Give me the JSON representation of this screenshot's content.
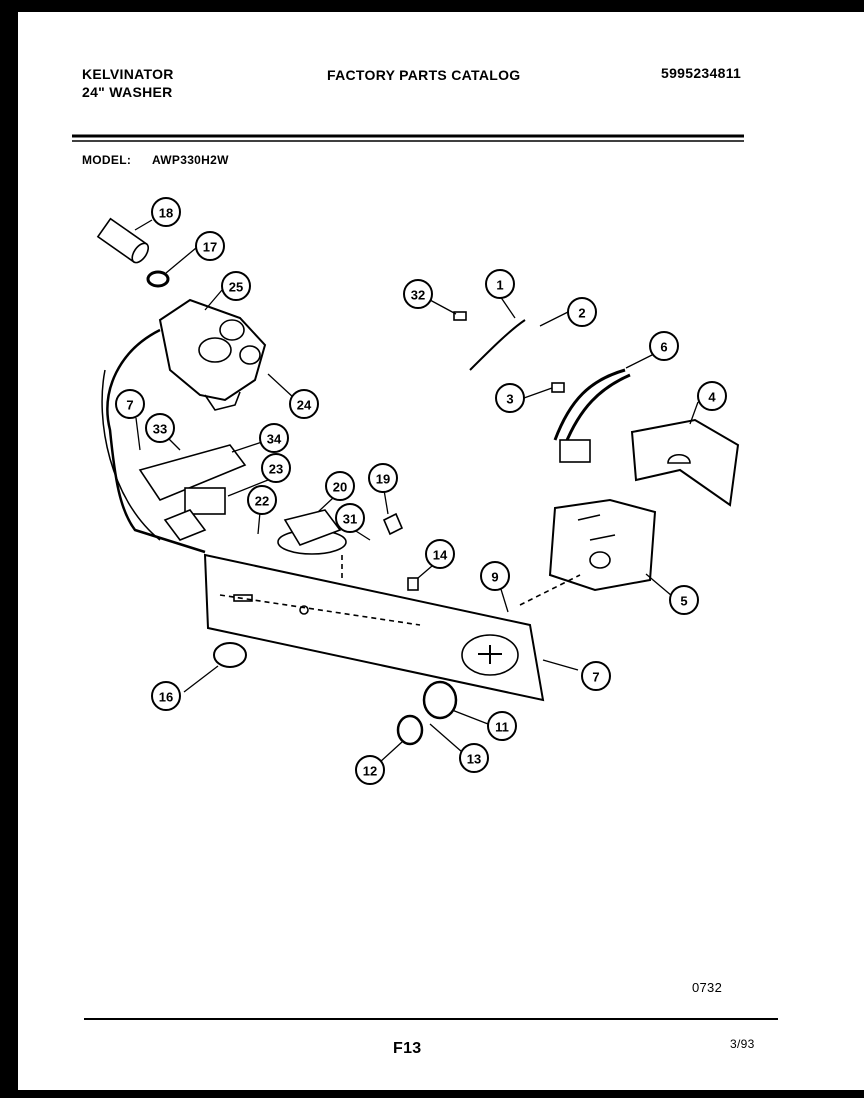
{
  "header": {
    "brand": "KELVINATOR",
    "product": "24\" WASHER",
    "catalog_title": "FACTORY PARTS CATALOG",
    "catalog_number": "5995234811",
    "model_label": "MODEL:",
    "model_number": "AWP330H2W"
  },
  "footer": {
    "code": "0732",
    "page": "F13",
    "date": "3/93"
  },
  "callouts": [
    "18",
    "17",
    "25",
    "7",
    "33",
    "34",
    "23",
    "22",
    "20",
    "31",
    "19",
    "24",
    "32",
    "1",
    "2",
    "3",
    "6",
    "4",
    "5",
    "9",
    "7",
    "11",
    "13",
    "12",
    "14",
    "16"
  ]
}
